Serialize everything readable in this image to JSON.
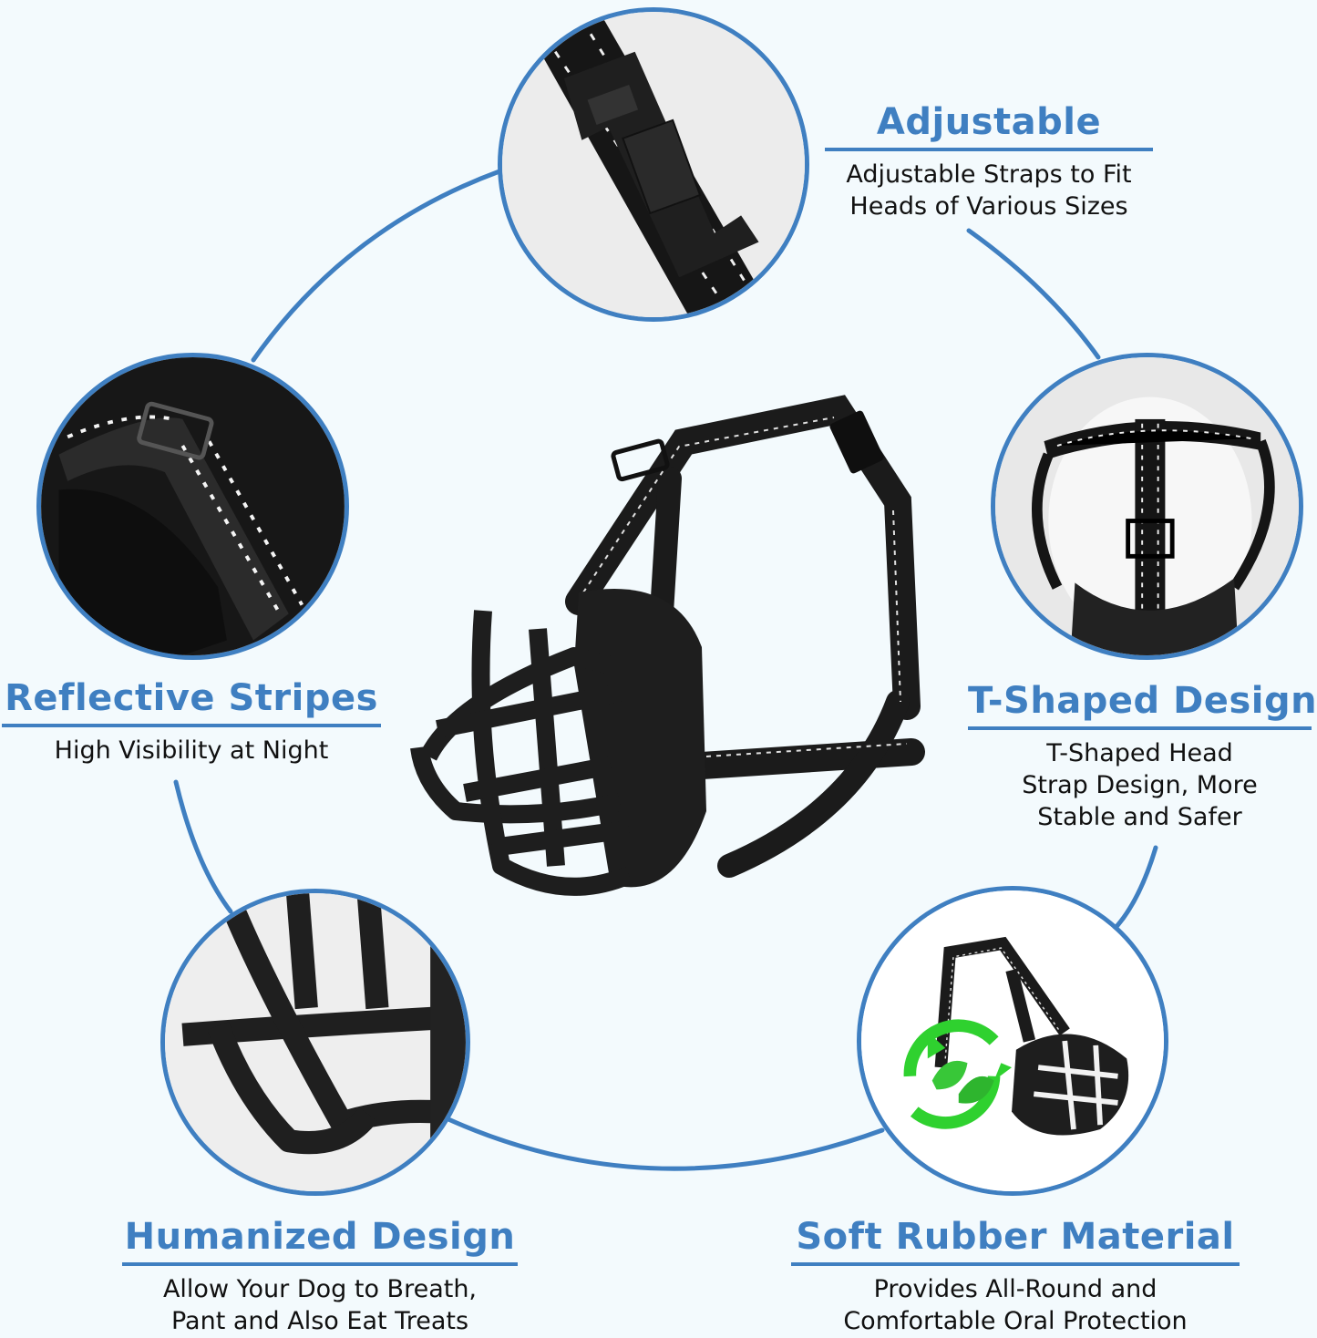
{
  "colors": {
    "background": "#f3fafd",
    "accent": "#3f7fc1",
    "text": "#111111",
    "eco_green": "#2fd12f"
  },
  "product": {
    "center_image": "black-silicone-basket-dog-muzzle-icon"
  },
  "features": [
    {
      "id": "adjustable",
      "title": "Adjustable",
      "description_lines": [
        "Adjustable Straps to Fit",
        "Heads of Various Sizes"
      ],
      "image": "quick-release-buckle-strap-icon"
    },
    {
      "id": "reflective",
      "title": "Reflective Stripes",
      "description_lines": [
        "High Visibility at Night"
      ],
      "image": "reflective-strap-at-night-icon"
    },
    {
      "id": "t-shaped",
      "title": "T-Shaped Design",
      "description_lines": [
        "T-Shaped Head",
        "Strap Design, More",
        "Stable and Safer"
      ],
      "image": "t-shaped-head-strap-icon"
    },
    {
      "id": "humanized",
      "title": "Humanized Design",
      "description_lines": [
        "Allow Your Dog to Breath,",
        "Pant and Also Eat Treats"
      ],
      "image": "muzzle-cage-closeup-icon"
    },
    {
      "id": "soft-rubber",
      "title": "Soft Rubber Material",
      "description_lines": [
        "Provides All-Round and",
        "Comfortable Oral Protection"
      ],
      "image": "muzzle-with-eco-leaf-icon"
    }
  ]
}
